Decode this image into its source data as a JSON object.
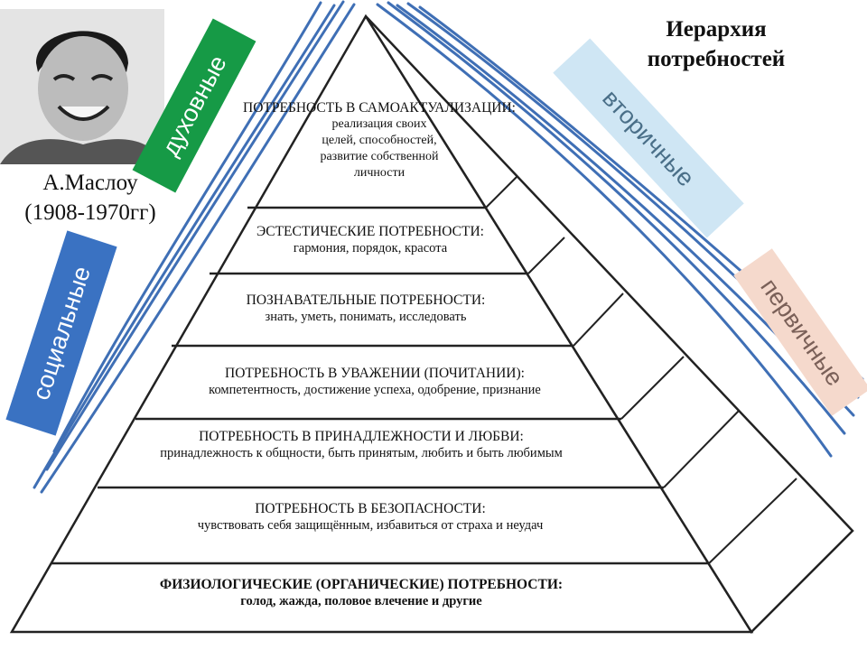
{
  "title": "Иерархия\nпотребностей",
  "author": {
    "name": "А.Маслоу",
    "years": "(1908-1970гг)"
  },
  "labels": {
    "spiritual": "духовные",
    "social": "социальные",
    "secondary": "вторичные",
    "primary": "первичные"
  },
  "colors": {
    "spiritual": "#169a46",
    "social": "#3a72c2",
    "secondary": "#cfe6f4",
    "primary": "#f5d9cc",
    "pen": "#3f6fb5"
  },
  "tiers": [
    {
      "heading": "ПОТРЕБНОСТЬ В САМОАКТУАЛИЗАЦИИ:",
      "description": "реализация своих\nцелей, способностей,\nразвитие собственной\nличности"
    },
    {
      "heading": "ЭСТЕСТИЧЕСКИЕ ПОТРЕБНОСТИ:",
      "description": "гармония, порядок, красота"
    },
    {
      "heading": "ПОЗНАВАТЕЛЬНЫЕ ПОТРЕБНОСТИ:",
      "description": "знать, уметь, понимать, исследовать"
    },
    {
      "heading": "ПОТРЕБНОСТЬ В УВАЖЕНИИ (ПОЧИТАНИИ):",
      "description": "компетентность, достижение успеха, одобрение, признание"
    },
    {
      "heading": "ПОТРЕБНОСТЬ В ПРИНАДЛЕЖНОСТИ И ЛЮБВИ:",
      "description": "принадлежность к общности, быть принятым, любить и быть любимым"
    },
    {
      "heading": "ПОТРЕБНОСТЬ В БЕЗОПАСНОСТИ:",
      "description": "чувствовать себя защищённым, избавиться от страха и неудач"
    },
    {
      "heading": "ФИЗИОЛОГИЧЕСКИЕ (ОРГАНИЧЕСКИЕ) ПОТРЕБНОСТИ:",
      "description": "голод, жажда, половое влечение и другие"
    }
  ]
}
